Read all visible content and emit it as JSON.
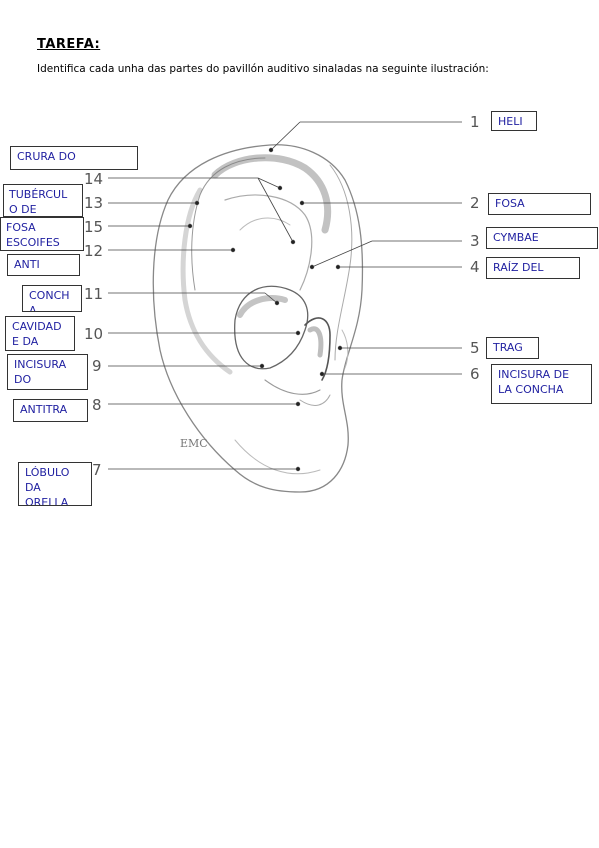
{
  "title": "TAREFA:",
  "instruction": "Identifica cada unha das partes do pavillón auditivo sinaladas na seguinte ilustración:",
  "signature": "EMC",
  "numbers": [
    "1",
    "2",
    "3",
    "4",
    "5",
    "6",
    "7",
    "8",
    "9",
    "10",
    "11",
    "12",
    "13",
    "14",
    "15"
  ],
  "answers": {
    "a1": "HELI",
    "a2": "FOSA",
    "a3": "CYMBAE",
    "a4": "RAÍZ DEL",
    "a5": "TRAG",
    "a6": "INCISURA DE LA CONCHA",
    "a7": "LÓBULO DA ORELLA",
    "a8": "ANTITRA",
    "a9": "INCISURA DO",
    "a10": "CAVIDAD E DA",
    "a11": "CONCH A",
    "a12": "ANTI",
    "a13": "TUBÉRCUL O DE",
    "a14": "CRURA DO",
    "a15": "FOSA ESCOIFES"
  }
}
